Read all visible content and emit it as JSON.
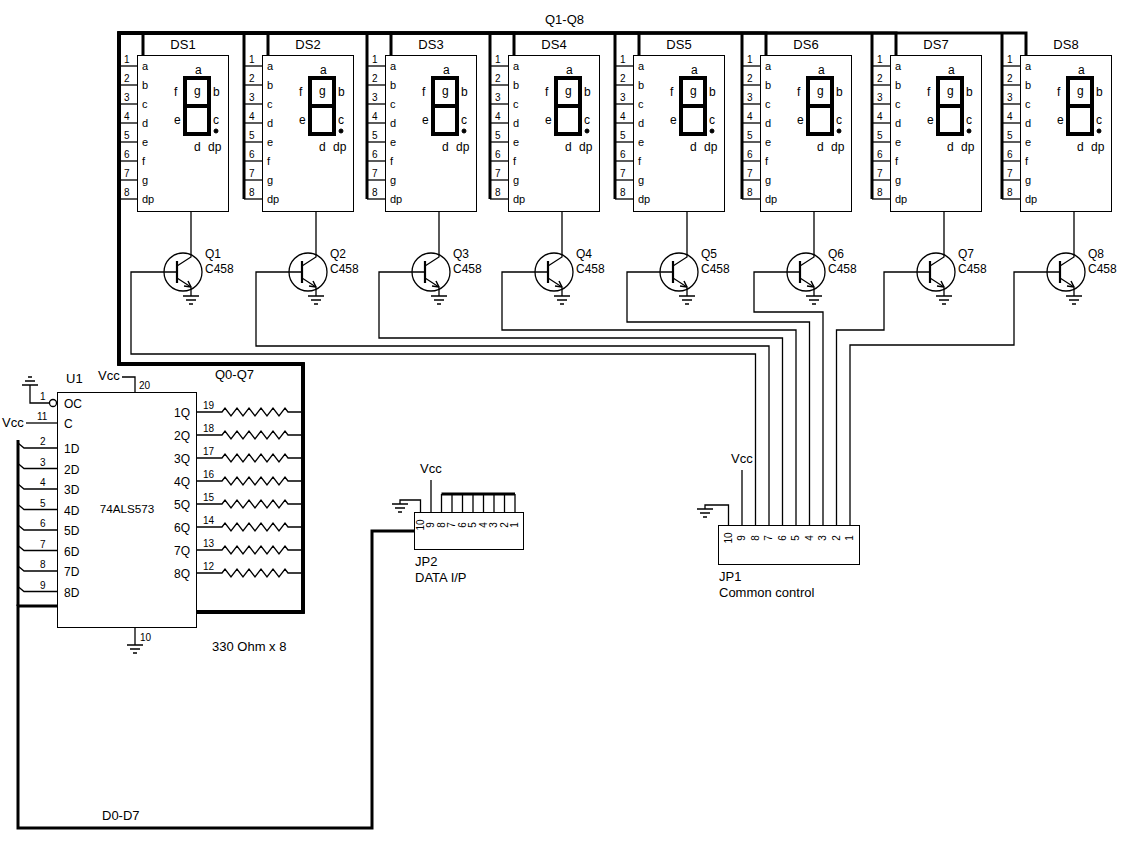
{
  "diagram": {
    "nodes": [
      {
        "text": [
          "DS1",
          "a",
          "b",
          "c",
          "d",
          "e",
          "f",
          "g",
          "dp",
          "a",
          "f",
          "g",
          "b",
          "e",
          "c",
          "d",
          "dp"
        ]
      },
      {
        "text": [
          "DS2",
          "a",
          "b",
          "c",
          "d",
          "e",
          "f",
          "g",
          "dp",
          "a",
          "f",
          "g",
          "b",
          "e",
          "c",
          "d",
          "dp"
        ]
      },
      {
        "text": [
          "DS3",
          "a",
          "b",
          "c",
          "d",
          "e",
          "f",
          "g",
          "dp",
          "a",
          "f",
          "g",
          "b",
          "e",
          "c",
          "d",
          "dp"
        ]
      },
      {
        "text": [
          "DS4",
          "a",
          "b",
          "c",
          "d",
          "e",
          "f",
          "g",
          "dp",
          "a",
          "f",
          "g",
          "b",
          "e",
          "c",
          "d",
          "dp"
        ]
      },
      {
        "text": [
          "DS5",
          "a",
          "b",
          "c",
          "d",
          "e",
          "f",
          "g",
          "dp",
          "a",
          "f",
          "g",
          "b",
          "e",
          "c",
          "d",
          "dp"
        ]
      },
      {
        "text": [
          "DS6",
          "a",
          "b",
          "c",
          "d",
          "e",
          "f",
          "g",
          "dp",
          "a",
          "f",
          "g",
          "b",
          "e",
          "c",
          "d",
          "dp"
        ]
      },
      {
        "text": [
          "DS7",
          "a",
          "b",
          "c",
          "d",
          "e",
          "f",
          "g",
          "dp",
          "a",
          "f",
          "g",
          "b",
          "e",
          "c",
          "d",
          "dp"
        ]
      },
      {
        "text": [
          "DS8",
          "a",
          "b",
          "c",
          "d",
          "e",
          "f",
          "g",
          "dp",
          "a",
          "f",
          "g",
          "b",
          "e",
          "c",
          "d",
          "dp"
        ]
      },
      {
        "text": [
          "74ALS573",
          "OC",
          "C",
          "1D",
          "2D",
          "3D",
          "4D",
          "5D",
          "6D",
          "7D",
          "8D",
          "1Q",
          "2Q",
          "3Q",
          "4Q",
          "5Q",
          "6Q",
          "7Q",
          "8Q"
        ]
      },
      {
        "text": [
          "JP2",
          "DATA I/P"
        ]
      },
      {
        "text": [
          "JP1",
          "Common control"
        ]
      }
    ],
    "edges": [
      {
        "from": 8,
        "to": 0,
        "arrow": "none"
      },
      {
        "from": 8,
        "to": 1,
        "arrow": "none"
      },
      {
        "from": 8,
        "to": 2,
        "arrow": "none"
      },
      {
        "from": 8,
        "to": 3,
        "arrow": "none"
      },
      {
        "from": 8,
        "to": 4,
        "arrow": "none"
      },
      {
        "from": 8,
        "to": 5,
        "arrow": "none"
      },
      {
        "from": 8,
        "to": 6,
        "arrow": "none"
      },
      {
        "from": 8,
        "to": 7,
        "arrow": "none"
      },
      {
        "from": 9,
        "to": 8,
        "arrow": "none",
        "label": "D0-D7"
      }
    ],
    "labels": [
      "Q1-Q8",
      "Q0-Q7",
      "Vcc",
      "U1",
      "1",
      "11",
      "Vcc",
      "20",
      "2",
      "3",
      "4",
      "5",
      "6",
      "7",
      "8",
      "9",
      "19",
      "18",
      "17",
      "16",
      "15",
      "14",
      "13",
      "12",
      "10",
      "330 Ohm x 8",
      "Vcc",
      "10",
      "9",
      "8",
      "7",
      "6",
      "5",
      "4",
      "3",
      "2",
      "1",
      "Vcc",
      "10",
      "9",
      "8",
      "7",
      "6",
      "5",
      "4",
      "3",
      "2",
      "1",
      "1",
      "2",
      "3",
      "4",
      "5",
      "6",
      "7",
      "8",
      "Q1",
      "C458",
      "1",
      "2",
      "3",
      "4",
      "5",
      "6",
      "7",
      "8",
      "Q2",
      "C458",
      "1",
      "2",
      "3",
      "4",
      "5",
      "6",
      "7",
      "8",
      "Q3",
      "C458",
      "1",
      "2",
      "3",
      "4",
      "5",
      "6",
      "7",
      "8",
      "Q4",
      "C458",
      "1",
      "2",
      "3",
      "4",
      "5",
      "6",
      "7",
      "8",
      "Q5",
      "C458",
      "1",
      "2",
      "3",
      "4",
      "5",
      "6",
      "7",
      "8",
      "Q6",
      "C458",
      "1",
      "2",
      "3",
      "4",
      "5",
      "6",
      "7",
      "8",
      "Q7",
      "C458",
      "1",
      "2",
      "3",
      "4",
      "5",
      "6",
      "7",
      "8",
      "Q8",
      "C458"
    ]
  }
}
